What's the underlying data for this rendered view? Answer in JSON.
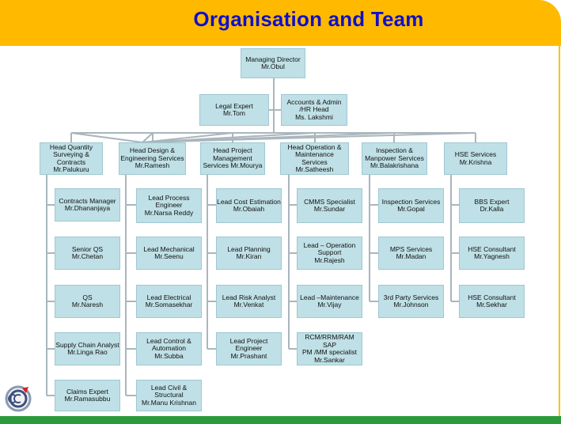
{
  "title": "Organisation and Team",
  "top": [
    {
      "key": "md",
      "text": "Managing Director\nMr.Obul"
    },
    {
      "key": "legal",
      "text": "Legal Expert\nMr.Tom"
    },
    {
      "key": "accounts",
      "text": "Accounts  & Admin\n/HR Head\nMs. Lakshmi"
    }
  ],
  "heads": [
    {
      "text": "Head Quantity\nSurveying &\nContracts\nMr.Palukuru"
    },
    {
      "text": "Head Design &\nEngineering Services\nMr.Ramesh"
    },
    {
      "text": "Head Project\nManagement\nServices  Mr.Mourya"
    },
    {
      "text": "Head Operation &\nMaintenance\nServices\nMr.Satheesh"
    },
    {
      "text": "Inspection &\nManpower  Services\nMr.Balakrishana"
    },
    {
      "text": "HSE  Services\nMr.Krishna"
    }
  ],
  "columns": [
    [
      "Contracts Manager\nMr.Dhananjaya",
      "Senior QS\nMr.Chetan",
      "QS\nMr.Naresh",
      "Supply Chain Analyst\nMr.Linga Rao",
      "Claims Expert\nMr.Ramasubbu"
    ],
    [
      "Lead Process\nEngineer\nMr.Narsa  Reddy",
      "Lead Mechanical\nMr.Seenu",
      "Lead Electrical\nMr.Somasekhar",
      "Lead Control &\nAutomation\nMr.Subba",
      "Lead Civil &\nStructural\nMr.Manu Krishnan"
    ],
    [
      "Lead Cost Estimation\nMr.Obaiah",
      "Lead Planning\nMr.Kiran",
      "Lead Risk Analyst\nMr.Venkat",
      "Lead Project\nEngineer\nMr.Prashant"
    ],
    [
      "CMMS Specialist\nMr.Sundar",
      "Lead – Operation\nSupport\nMr.Rajesh",
      "Lead –Maintenance\nMr.Vijay",
      "RCM/RRM/RAM SAP\nPM /MM specialist\nMr.Sankar"
    ],
    [
      "Inspection  Services\nMr.Gopal",
      "MPS  Services\nMr.Madan",
      "3rd Party  Services\nMr.Johnson"
    ],
    [
      "BBS Expert\nDr.Kalla",
      "HSE Consultant\nMr.Yagnesh",
      "HSE Consultant\nMr.Sekhar"
    ]
  ],
  "colors": {
    "header": "#ffba00",
    "title": "#1010c8",
    "box": "#bfe0e6",
    "footer": "#2a9a3a",
    "line": "#a9b6bd"
  },
  "logo_icon": "cc-logo-icon"
}
